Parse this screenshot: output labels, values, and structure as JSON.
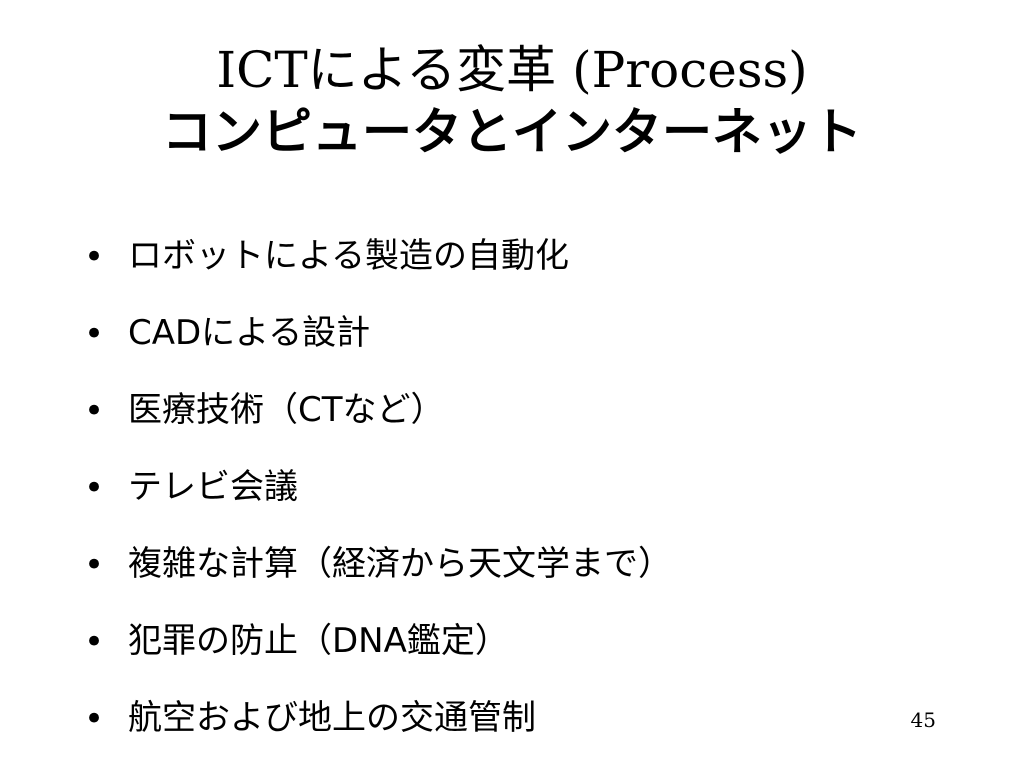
{
  "slide": {
    "title_line_1": "ICTによる変革 (Process)",
    "title_line_2": "コンピュータとインターネット",
    "bullet_symbol": "•",
    "bullets": [
      "ロボットによる製造の自動化",
      "CADによる設計",
      "医療技術（CTなど）",
      "テレビ会議",
      "複雑な計算（経済から天文学まで）",
      "犯罪の防止（DNA鑑定）",
      "航空および地上の交通管制"
    ],
    "page_number": "45"
  },
  "colors": {
    "background": "#ffffff",
    "text": "#000000"
  }
}
